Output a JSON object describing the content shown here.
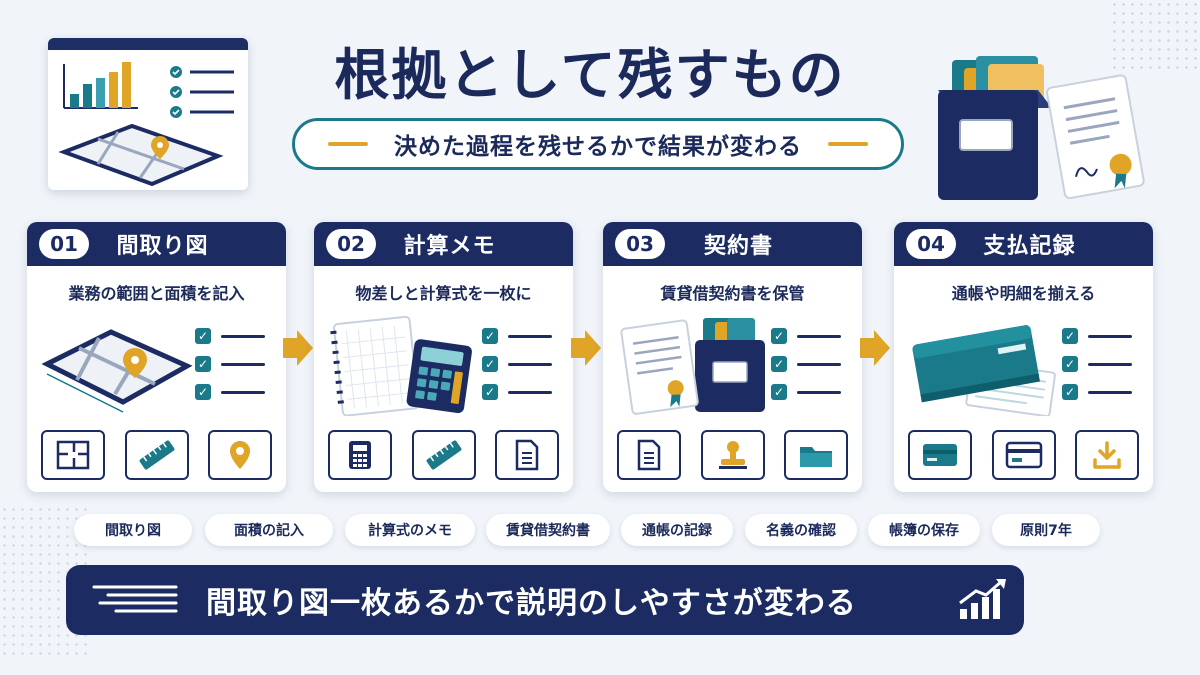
{
  "title": "根拠として残すもの",
  "subtitle": "決めた過程を残せるかで結果が変わる",
  "steps": [
    {
      "num": "01",
      "title": "間取り図",
      "desc": "業務の範囲と面積を記入",
      "icons": [
        "floorplan-icon",
        "ruler-icon",
        "location-pin-icon"
      ]
    },
    {
      "num": "02",
      "title": "計算メモ",
      "desc": "物差しと計算式を一枚に",
      "icons": [
        "calculator-icon",
        "ruler-icon",
        "document-icon"
      ]
    },
    {
      "num": "03",
      "title": "契約書",
      "desc": "賃貸借契約書を保管",
      "icons": [
        "document-icon",
        "stamp-icon",
        "folder-icon"
      ]
    },
    {
      "num": "04",
      "title": "支払記録",
      "desc": "通帳や明細を揃える",
      "icons": [
        "card-icon",
        "payment-card-icon",
        "download-icon"
      ]
    }
  ],
  "chips": [
    "間取り図",
    "面積の記入",
    "計算式のメモ",
    "賃貸借契約書",
    "通帳の記録",
    "名義の確認",
    "帳簿の保存",
    "原則7年"
  ],
  "banner": "間取り図一枚あるかで説明のしやすさが変わる",
  "colors": {
    "navy": "#1c2c63",
    "teal": "#1a7a8a",
    "gold": "#e0a526",
    "background": "#f1f5fa"
  }
}
